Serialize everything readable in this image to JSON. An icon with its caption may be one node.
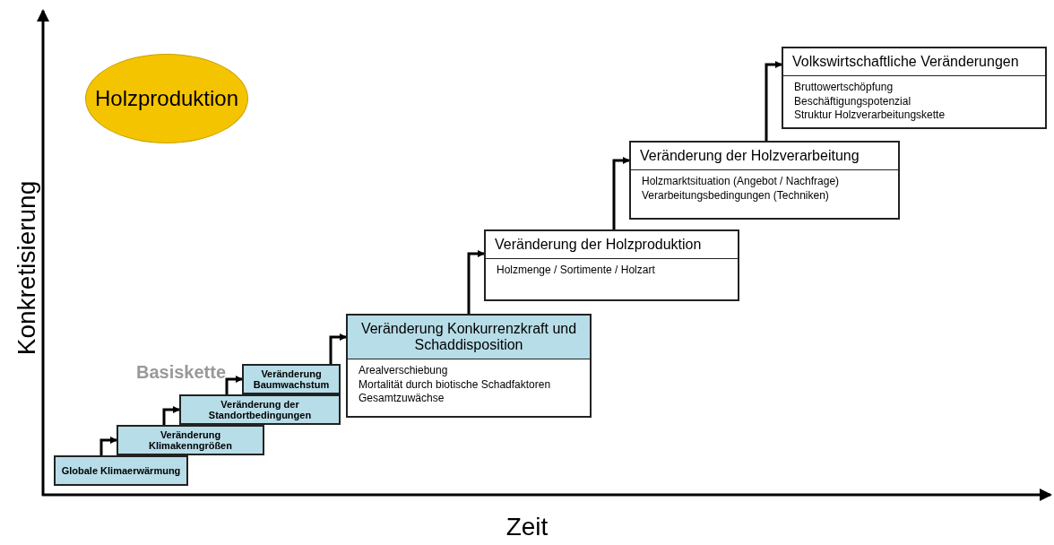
{
  "diagram": {
    "nodes": [
      {
        "text": [
          "Holzproduktion"
        ]
      },
      {
        "text": [
          "Globale Klimaerwärmung"
        ]
      },
      {
        "text": [
          "Veränderung Klimakenngrößen"
        ]
      },
      {
        "text": [
          "Veränderung der Standortbedingungen"
        ]
      },
      {
        "text": [
          "Veränderung Baumwachstum"
        ]
      },
      {
        "text": [
          "Veränderung Konkurrenzkraft und Schaddisposition",
          "Arealverschiebung",
          "Mortalität durch biotische Schadfaktoren",
          "Gesamtzuwächse"
        ]
      },
      {
        "text": [
          "Veränderung der Holzproduktion",
          "Holzmenge / Sortimente / Holzart"
        ]
      },
      {
        "text": [
          "Veränderung der Holzverarbeitung",
          "Holzmarktsituation (Angebot / Nachfrage)",
          "Verarbeitungsbedingungen (Techniken)"
        ]
      },
      {
        "text": [
          "Volkswirtschaftliche Veränderungen",
          "Bruttowertschöpfung",
          "Beschäftigungspotenzial",
          "Struktur Holzverarbeitungskette"
        ]
      }
    ],
    "edges": [
      {
        "from": 1,
        "to": 2,
        "arrow": "to"
      },
      {
        "from": 2,
        "to": 3,
        "arrow": "to"
      },
      {
        "from": 3,
        "to": 4,
        "arrow": "to"
      },
      {
        "from": 4,
        "to": 5,
        "arrow": "to"
      },
      {
        "from": 5,
        "to": 6,
        "arrow": "to"
      },
      {
        "from": 6,
        "to": 7,
        "arrow": "to"
      },
      {
        "from": 7,
        "to": 8,
        "arrow": "to"
      }
    ],
    "labels": [
      "Konkretisierung",
      "Basiskette",
      "Zeit"
    ]
  }
}
